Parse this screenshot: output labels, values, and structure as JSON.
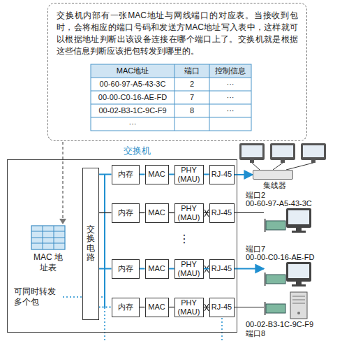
{
  "diagram": {
    "nodes": [
      {
        "text": [
          "交换机内部有一张MAC地址与网线端口的对应表。当接收到包时，会将相应的端口号码和发送方MAC地址写入表中，这样就可以根据地址判断出该设备连接在哪个端口上了。交换机就是根据这些信息判断应该把包转发到哪里的。"
        ]
      },
      {
        "text": [
          "交换机"
        ]
      },
      {
        "text": [
          "交换电路"
        ],
        "in": 1
      },
      {
        "text": [
          "内存"
        ],
        "in": 1
      },
      {
        "text": [
          "MAC"
        ],
        "in": 1
      },
      {
        "text": [
          "PHY (MAU)"
        ],
        "in": 1
      },
      {
        "text": [
          "RJ-45"
        ],
        "in": 1
      },
      {
        "text": [
          "内存"
        ],
        "in": 1
      },
      {
        "text": [
          "MAC"
        ],
        "in": 1
      },
      {
        "text": [
          "PHY (MAU)"
        ],
        "in": 1
      },
      {
        "text": [
          "RJ-45"
        ],
        "in": 1
      },
      {
        "text": [
          "内存"
        ],
        "in": 1
      },
      {
        "text": [
          "MAC"
        ],
        "in": 1
      },
      {
        "text": [
          "PHY (MAU)"
        ],
        "in": 1
      },
      {
        "text": [
          "RJ-45"
        ],
        "in": 1
      },
      {
        "text": [
          "内存"
        ],
        "in": 1
      },
      {
        "text": [
          "MAC"
        ],
        "in": 1
      },
      {
        "text": [
          "PHY (MAU)"
        ],
        "in": 1
      },
      {
        "text": [
          "RJ-45"
        ],
        "in": 1
      },
      {
        "text": [
          "集线器"
        ]
      },
      {
        "text": [
          "端口2",
          "00-60-97-A5-43-3C"
        ]
      },
      {
        "text": [
          "端口7",
          "00-00-C0-16-AE-FD"
        ]
      },
      {
        "text": [
          "00-02-B3-1C-9C-F9",
          "端口8"
        ]
      }
    ],
    "edges": [
      {
        "from": 2,
        "to": 3,
        "arrow": "none"
      },
      {
        "from": 3,
        "to": 4,
        "arrow": "none"
      },
      {
        "from": 4,
        "to": 5,
        "arrow": "none"
      },
      {
        "from": 5,
        "to": 6,
        "arrow": "none"
      },
      {
        "from": 6,
        "to": 19,
        "arrow": "to"
      },
      {
        "from": 2,
        "to": 7,
        "arrow": "none"
      },
      {
        "from": 7,
        "to": 8,
        "arrow": "none"
      },
      {
        "from": 8,
        "to": 9,
        "arrow": "none"
      },
      {
        "from": 9,
        "to": 10,
        "arrow": "none"
      },
      {
        "from": 10,
        "to": 20,
        "arrow": "none"
      },
      {
        "from": 2,
        "to": 11,
        "arrow": "none"
      },
      {
        "from": 11,
        "to": 12,
        "arrow": "none"
      },
      {
        "from": 12,
        "to": 13,
        "arrow": "none"
      },
      {
        "from": 13,
        "to": 14,
        "arrow": "none"
      },
      {
        "from": 14,
        "to": 21,
        "arrow": "to"
      },
      {
        "from": 2,
        "to": 15,
        "arrow": "none"
      },
      {
        "from": 15,
        "to": 16,
        "arrow": "none"
      },
      {
        "from": 16,
        "to": 17,
        "arrow": "none"
      },
      {
        "from": 17,
        "to": 18,
        "arrow": "none"
      },
      {
        "from": 18,
        "to": 22,
        "arrow": "none"
      }
    ],
    "labels": [
      "MAC地址",
      "端口",
      "控制信息",
      "00-60-97-A5-43-3C",
      "2",
      "···",
      "00-00-C0-16-AE-FD",
      "7",
      "···",
      "00-02-B3-1C-9C-F9",
      "8",
      "···",
      "···",
      "MAC 地址表",
      "可同时转发 多个包",
      "⋮"
    ]
  }
}
